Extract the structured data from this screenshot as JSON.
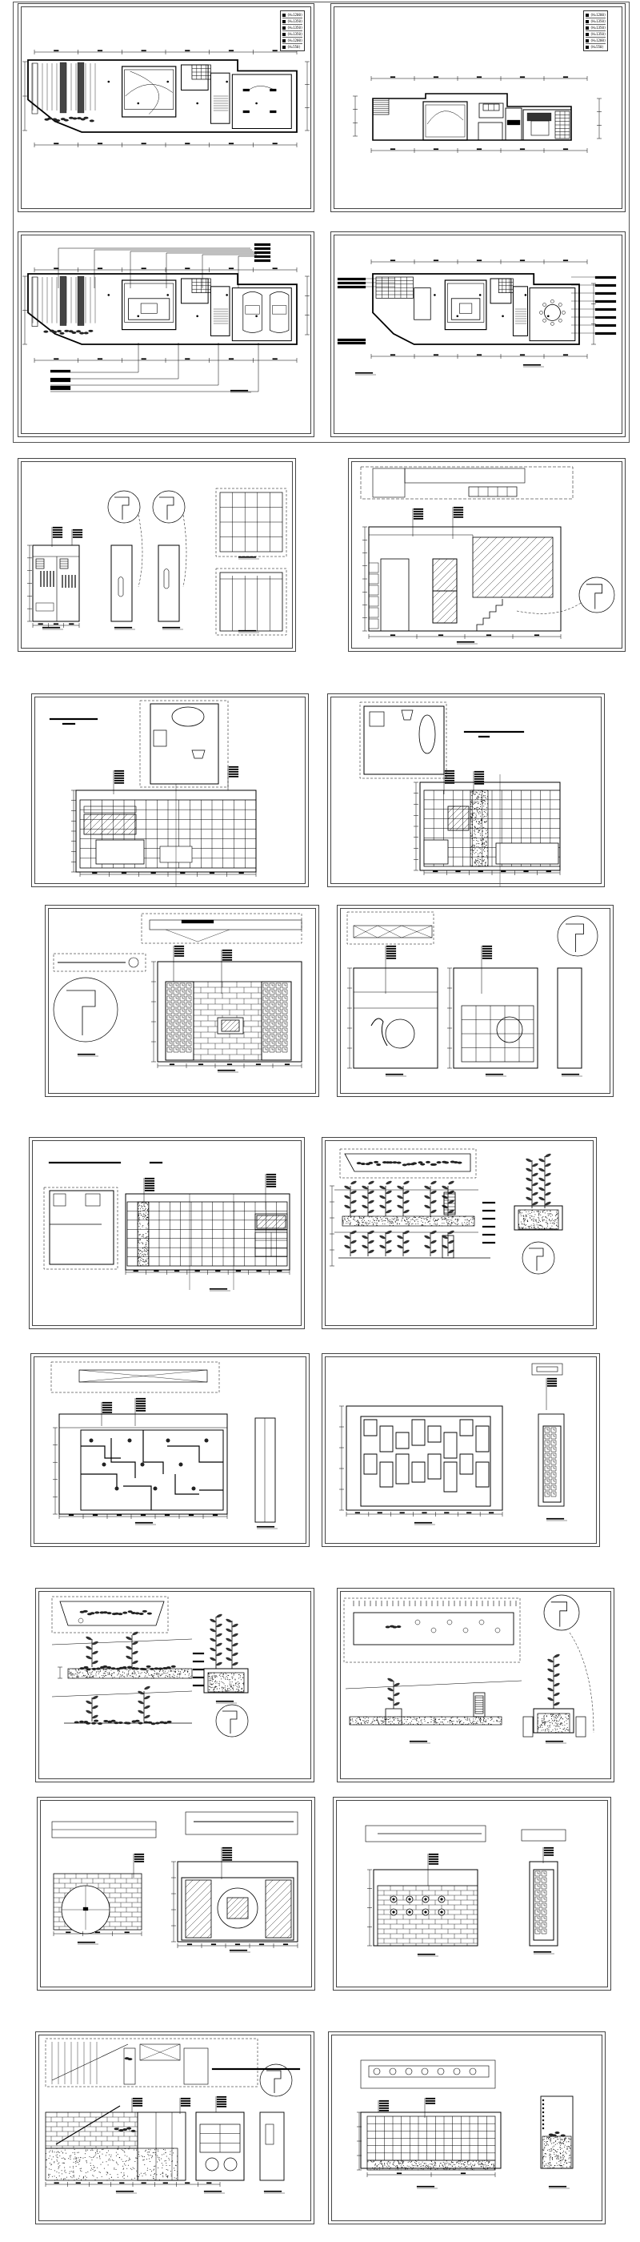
{
  "legend_top_left": {
    "items": [
      {
        "label": "(H=1200)"
      },
      {
        "label": "(H=1350)"
      },
      {
        "label": "(H=1350)"
      },
      {
        "label": "(H=1350)"
      },
      {
        "label": "(H=1200)"
      },
      {
        "label": "(H=550)"
      }
    ]
  },
  "legend_top_right": {
    "items": [
      {
        "label": "(H=1200)"
      },
      {
        "label": "(H=1350)"
      },
      {
        "label": "(H=1350)"
      },
      {
        "label": "(H=1350)"
      },
      {
        "label": "(H=1200)"
      },
      {
        "label": "(H=550)"
      }
    ]
  },
  "colors": {
    "ink": "#000000",
    "paper": "#ffffff",
    "frame": "#444444"
  }
}
